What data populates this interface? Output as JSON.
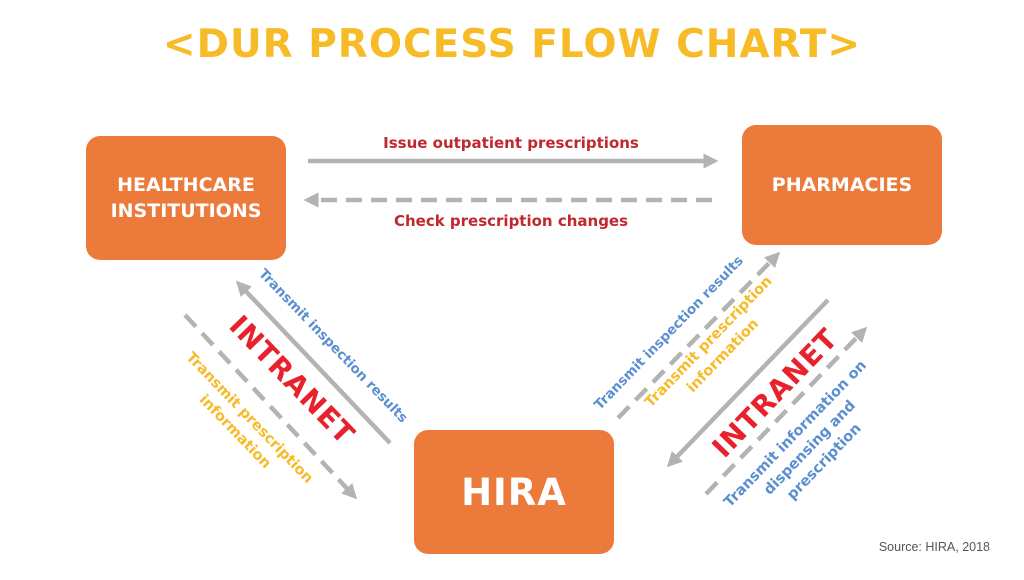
{
  "title": "<DUR PROCESS FLOW CHART>",
  "nodes": {
    "healthcare": "HEALTHCARE\nINSTITUTIONS",
    "pharmacies": "PHARMACIES",
    "hira": "HIRA"
  },
  "edges": {
    "issue_prescriptions": "Issue outpatient prescriptions",
    "check_changes": "Check prescription changes",
    "left_inspection_results": "Transmit inspection results",
    "left_intranet": "INTRANET",
    "left_prescription_info": "Transmit prescription\ninformation",
    "right_inspection_results": "Transmit inspection results",
    "right_prescription_info": "Transmit prescription\ninformation",
    "right_intranet": "INTRANET",
    "right_dispensing_info": "Transmit information on\ndispensing and prescription"
  },
  "source": "Source: HIRA, 2018",
  "colors": {
    "title": "#f7bb28",
    "node": "#ec7a3a",
    "arrow": "#b3b3b3",
    "edge_red": "#c0282e",
    "intranet": "#e8222c",
    "blue": "#5b8fd0",
    "yellow": "#f7bb28"
  }
}
